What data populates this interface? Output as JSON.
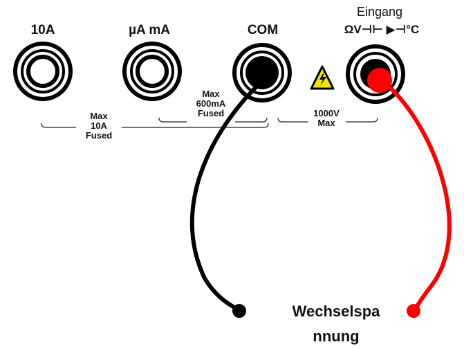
{
  "header": {
    "input_label": "Eingang"
  },
  "jacks": [
    {
      "id": "10a",
      "label": "10A"
    },
    {
      "id": "ua-ma",
      "label": "µA mA"
    },
    {
      "id": "com",
      "label": "COM"
    },
    {
      "id": "input",
      "label": "ΩV⊣⊢ ▶⊣°C"
    }
  ],
  "ratings": {
    "max_10a": {
      "line1": "Max",
      "line2": "10A",
      "line3": "Fused"
    },
    "max_600ma": {
      "line1": "Max",
      "line2": "600mA",
      "line3": "Fused"
    },
    "max_1000v": {
      "line1": "1000V",
      "line2": "Max"
    }
  },
  "warning": {
    "symbol": "ϟ"
  },
  "caption": {
    "line1": "Wechselspa",
    "line2": "nnung"
  },
  "colors": {
    "com_lead": "#000000",
    "input_lead": "#ff0000",
    "warning_fill": "#f5e600"
  }
}
